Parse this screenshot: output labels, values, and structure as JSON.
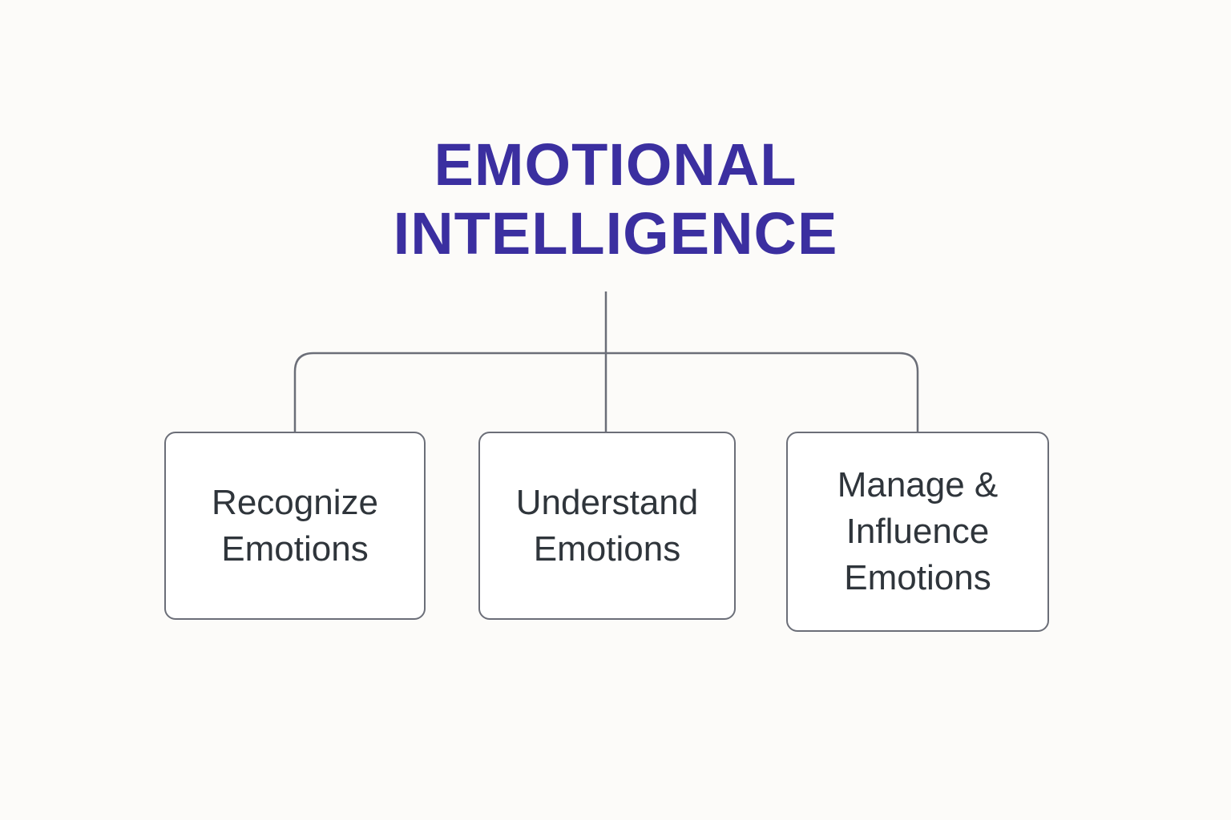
{
  "title": {
    "lines": [
      "EMOTIONAL",
      "INTELLIGENCE"
    ],
    "color": "#3b2fa0"
  },
  "branches": [
    {
      "lines": [
        "Recognize",
        "Emotions"
      ]
    },
    {
      "lines": [
        "Understand",
        "Emotions"
      ]
    },
    {
      "lines": [
        "Manage &",
        "Influence",
        "Emotions"
      ]
    }
  ],
  "colors": {
    "background": "#fcfbf9",
    "connector": "#6b6e78",
    "box_text": "#2f353b"
  }
}
